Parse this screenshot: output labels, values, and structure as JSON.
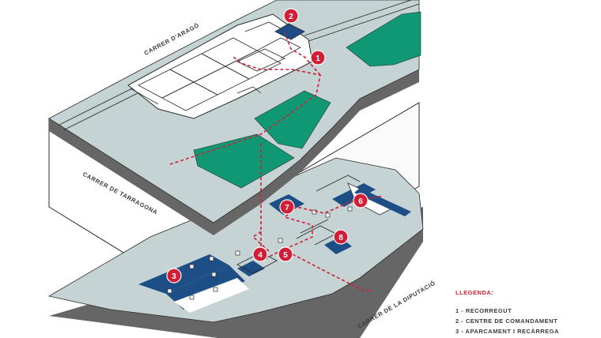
{
  "streets": {
    "arago": "CARRER D'ARAGÓ",
    "tarragona": "CARRER DE TARRAGONA",
    "diputacio": "CARRER DE LA DIPUTACIÓ"
  },
  "markers": [
    "1",
    "2",
    "3",
    "4",
    "5",
    "6",
    "7",
    "8"
  ],
  "legend": {
    "title": "LLEGENDA:",
    "items": [
      "1 - RECORREGUT",
      "2 - CENTRE DE COMANDAMENT",
      "3 - APARCAMENT I RECÀRREGA"
    ]
  },
  "colors": {
    "ground": "#c5d3d4",
    "green": "#0f9873",
    "blue": "#1d4f86",
    "route": "#d11f36",
    "marker": "#d11f36",
    "outline": "#2c2c2c"
  }
}
